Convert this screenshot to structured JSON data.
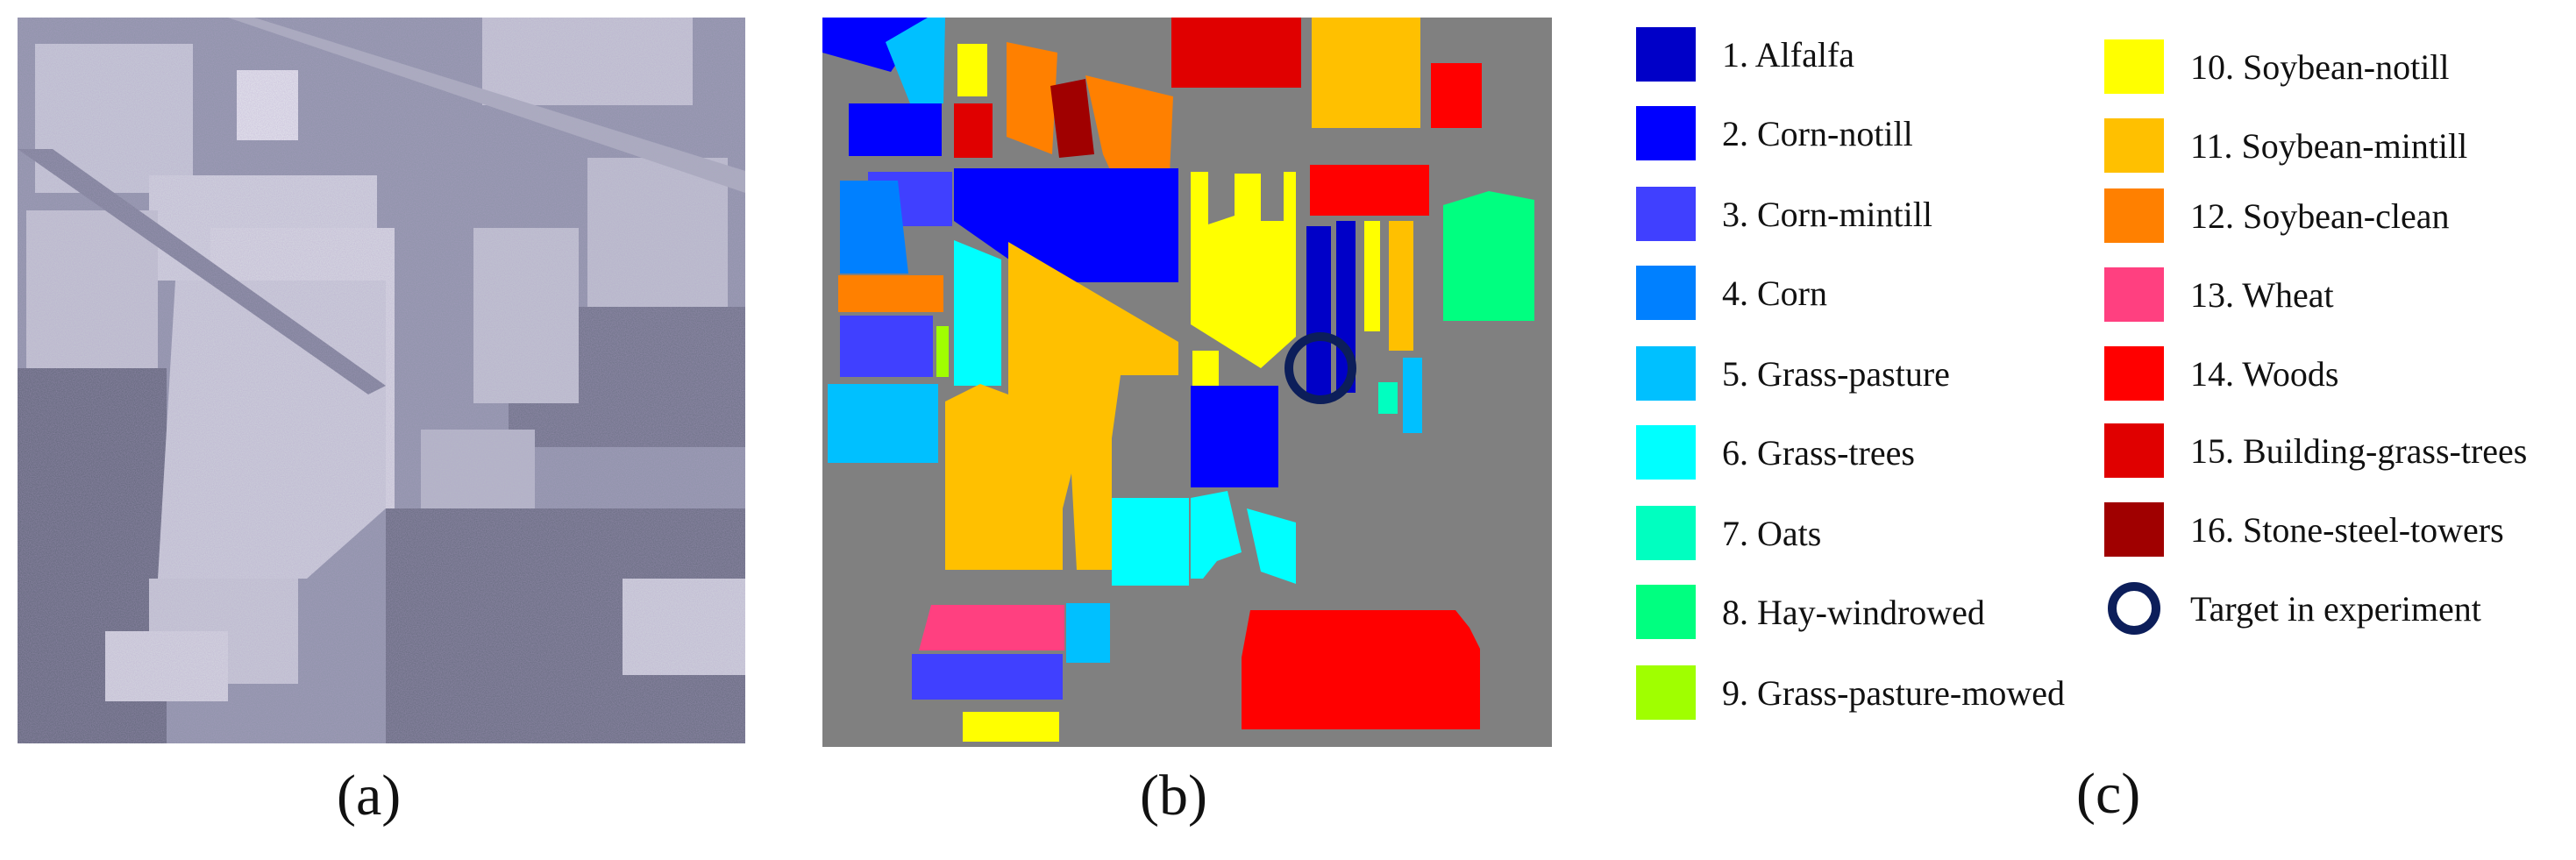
{
  "captions": {
    "a": "(a)",
    "b": "(b)",
    "c": "(c)"
  },
  "background_color": "#808080",
  "target_ring_color": "#0c1e5a",
  "legend": [
    {
      "label": "1. Alfalfa",
      "color": "#0000c8"
    },
    {
      "label": "2. Corn-notill",
      "color": "#0000ff"
    },
    {
      "label": "3. Corn-mintill",
      "color": "#4040ff"
    },
    {
      "label": "4. Corn",
      "color": "#0080ff"
    },
    {
      "label": "5. Grass-pasture",
      "color": "#00c0ff"
    },
    {
      "label": "6. Grass-trees",
      "color": "#00ffff"
    },
    {
      "label": "7. Oats",
      "color": "#00ffc0"
    },
    {
      "label": "8. Hay-windrowed",
      "color": "#00ff80"
    },
    {
      "label": "9. Grass-pasture-mowed",
      "color": "#a0ff00"
    },
    {
      "label": "10. Soybean-notill",
      "color": "#ffff00"
    },
    {
      "label": "11. Soybean-mintill",
      "color": "#ffc000"
    },
    {
      "label": "12. Soybean-clean",
      "color": "#ff8000"
    },
    {
      "label": "13. Wheat",
      "color": "#ff4080"
    },
    {
      "label": "14. Woods",
      "color": "#ff0000"
    },
    {
      "label": "15. Building-grass-trees",
      "color": "#e00000"
    },
    {
      "label": "16. Stone-steel-towers",
      "color": "#a00000"
    },
    {
      "label": "Target in experiment",
      "color": "#0c1e5a"
    }
  ]
}
